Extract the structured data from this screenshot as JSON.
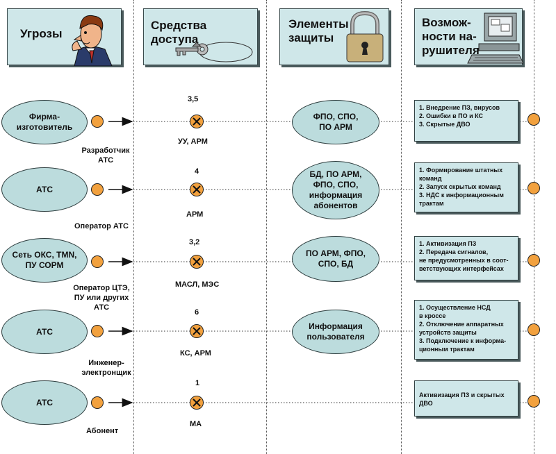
{
  "headers": {
    "threats": "Угрозы",
    "access": "Средства доступа",
    "protection": "Элементы\nзащиты",
    "capabilities": "Возмож-\nности на-\nрушителя"
  },
  "icons": [
    "man-icon",
    "key-icon",
    "padlock-icon",
    "computer-icon"
  ],
  "rows": [
    {
      "threat": "Фирма-\nизготовитель",
      "actor": "Разработчик\nАТС",
      "number": "3,5",
      "access_label": "УУ, АРМ",
      "protection": "ФПО, СПО,\nПО АРМ",
      "capabilities": [
        "1. Внедрение ПЗ, вирусов",
        "2. Ошибки в ПО и КС",
        "3. Скрытые ДВО"
      ]
    },
    {
      "threat": "АТС",
      "actor": "Оператор АТС",
      "number": "4",
      "access_label": "АРМ",
      "protection": "БД, ПО АРМ,\nФПО, СПО,\nинформация\nабонентов",
      "capabilities": [
        "1. Формирование штатных\nкоманд",
        "2. Запуск скрытых команд",
        "3. НДС к информационным\nтрактам"
      ]
    },
    {
      "threat": "Сеть ОКС, TMN,\nПУ СОРМ",
      "actor": "Оператор ЦТЭ,\nПУ или других\nАТС",
      "number": "3,2",
      "access_label": "МАСЛ, МЭС",
      "protection": "ПО АРМ, ФПО,\nСПО, БД",
      "capabilities": [
        "1. Активизация ПЗ",
        "2. Передача сигналов,\nне предусмотренных в соот-\nветствующих интерфейсах"
      ]
    },
    {
      "threat": "АТС",
      "actor": "Инженер-\nэлектронщик",
      "number": "6",
      "access_label": "КС, АРМ",
      "protection": "Информация\nпользователя",
      "capabilities": [
        "1. Осуществление НСД\nв кроссе",
        "2. Отключение аппаратных\nустройств защиты",
        "3. Подключение к информа-\nционным трактам"
      ]
    },
    {
      "threat": "АТС",
      "actor": "Абонент",
      "number": "1",
      "access_label": "МА",
      "protection": "",
      "capabilities": [
        "Активизация ПЗ и скрытых\nДВО"
      ]
    }
  ],
  "colors": {
    "header_fill": "#cfe7e9",
    "oval_fill": "#bcdcdd",
    "node_orange": "#f2a13e"
  }
}
